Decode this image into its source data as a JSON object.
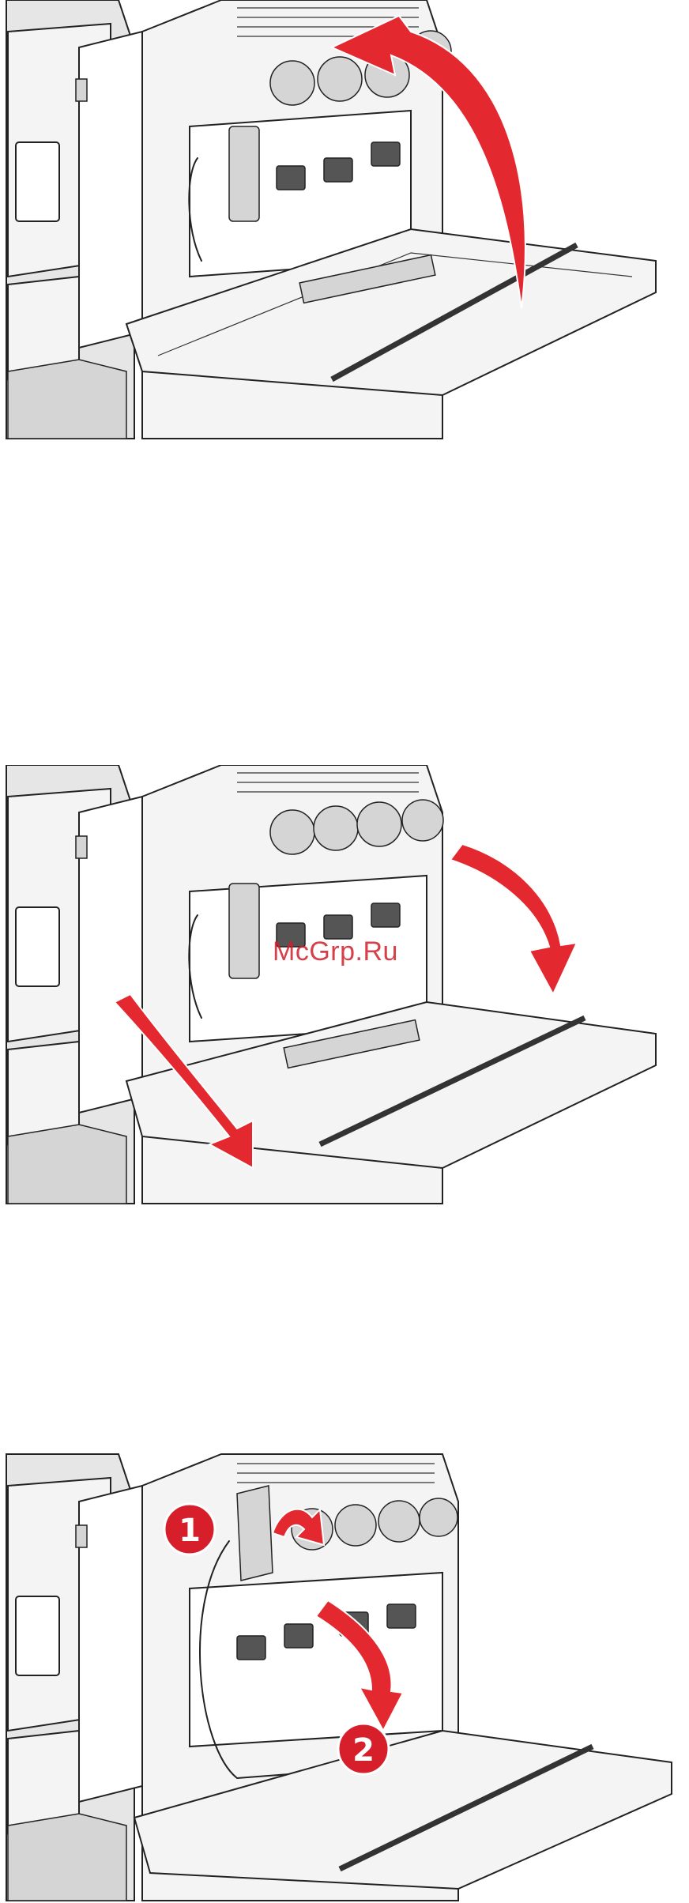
{
  "watermark": {
    "text": "McGrp.Ru"
  },
  "figures": [
    {
      "step": "lift-toner-door",
      "arrows": 1
    },
    {
      "step": "lower-toner-door",
      "arrows": 2
    },
    {
      "step": "rotate-waste-container",
      "arrows": 2
    }
  ],
  "callouts": {
    "first": "1",
    "second": "2"
  },
  "colors": {
    "arrow": "#e4282f",
    "callout": "#d71f2b",
    "line": "#222222",
    "watermark": "#d01f2b"
  }
}
